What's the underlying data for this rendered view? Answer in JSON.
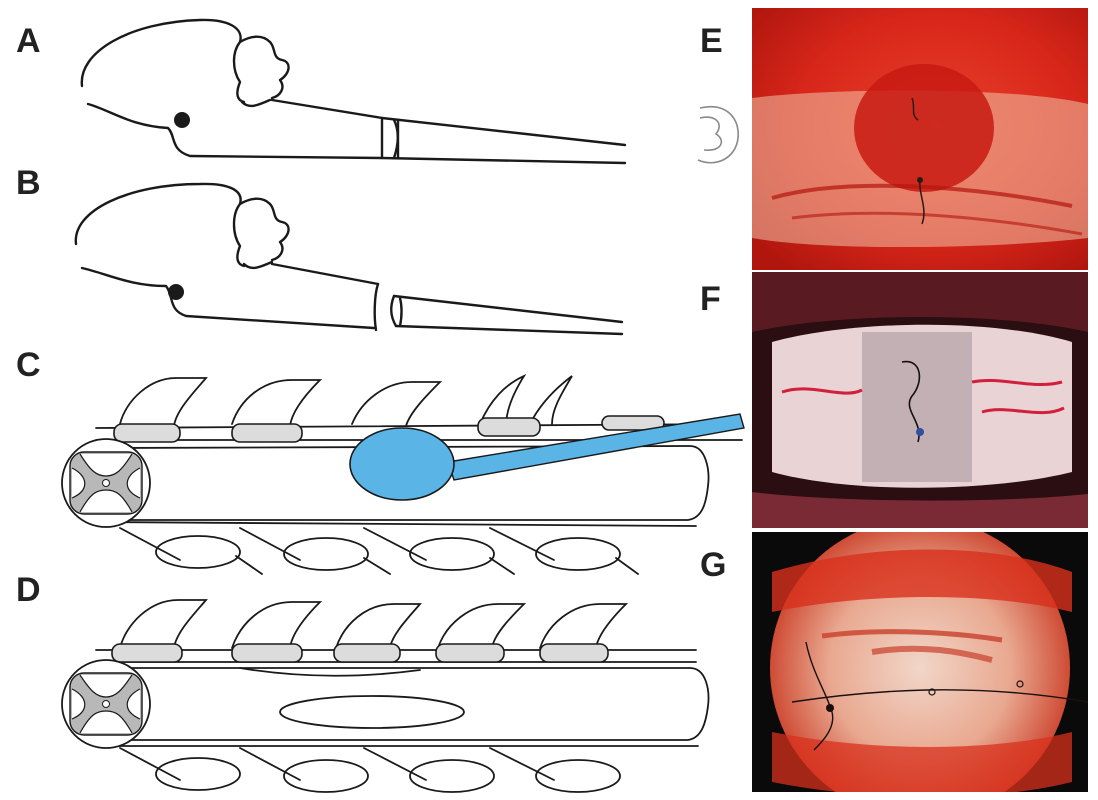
{
  "panels": {
    "a": {
      "label": "A"
    },
    "b": {
      "label": "B"
    },
    "c": {
      "label": "C"
    },
    "d": {
      "label": "D"
    },
    "e": {
      "label": "E"
    },
    "f": {
      "label": "F"
    },
    "g": {
      "label": "G"
    }
  },
  "colors": {
    "line": "#1a1a1a",
    "disc_fill": "#dcdcdc",
    "balloon": "#5bb4e6",
    "cord_cross_section": "#b8b8b8",
    "tissue_red": "#d82a1c",
    "tissue_pale": "#f1d6c8",
    "photo_dark": "#2a0e12"
  },
  "icons": {
    "e_inset": "spinal-cord-cross-section-icon"
  }
}
